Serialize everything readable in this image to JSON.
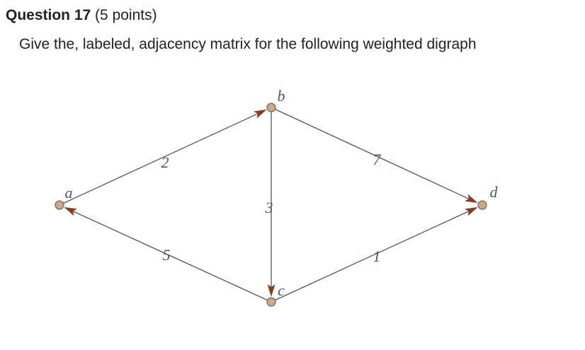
{
  "question": {
    "title": "Question 17",
    "points": "(5 points)",
    "prompt": "Give the, labeled, adjacency matrix for the following weighted digraph"
  },
  "graph": {
    "vertices": [
      {
        "id": "a",
        "label": "a"
      },
      {
        "id": "b",
        "label": "b"
      },
      {
        "id": "c",
        "label": "c"
      },
      {
        "id": "d",
        "label": "d"
      }
    ],
    "edges": [
      {
        "from": "a",
        "to": "b",
        "weight": "2"
      },
      {
        "from": "b",
        "to": "d",
        "weight": "7"
      },
      {
        "from": "b",
        "to": "c",
        "weight": "3"
      },
      {
        "from": "c",
        "to": "a",
        "weight": "5"
      },
      {
        "from": "c",
        "to": "d",
        "weight": "1"
      }
    ],
    "colors": {
      "edge": "#555555",
      "arrowhead": "#8b3a22",
      "vertex_fill": "#c8a98a",
      "vertex_stroke": "#7a6a5a"
    }
  }
}
